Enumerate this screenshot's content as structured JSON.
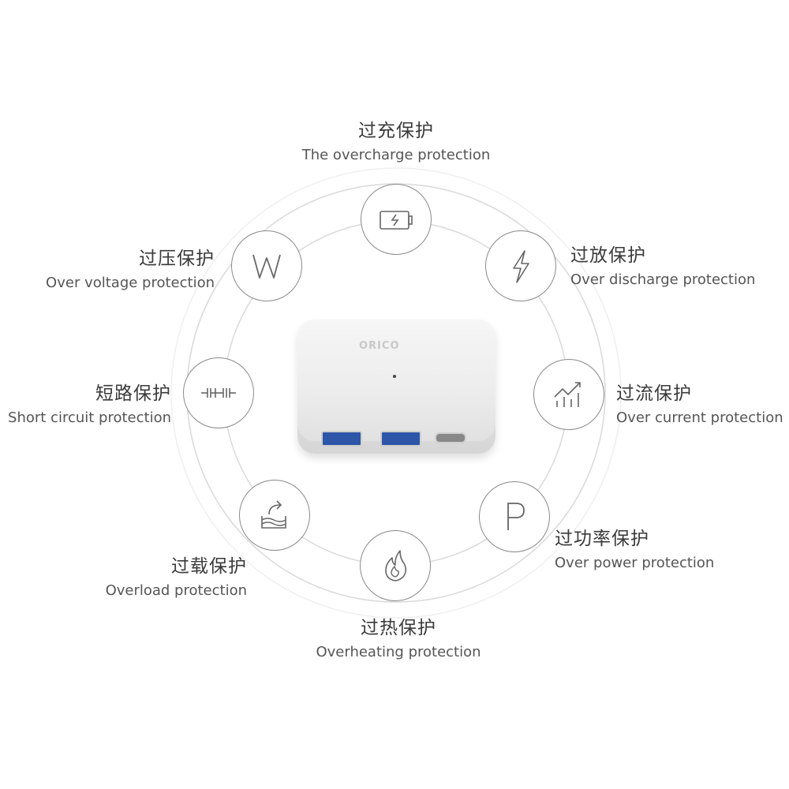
{
  "hub": {
    "logo_text": "ORICO"
  },
  "protections": [
    {
      "id": "overcharge",
      "zh": "过充保护",
      "en": "The overcharge protection",
      "icon": "battery-charge-icon"
    },
    {
      "id": "over-discharge",
      "zh": "过放保护",
      "en": "Over discharge protection",
      "icon": "lightning-icon"
    },
    {
      "id": "over-current",
      "zh": "过流保护",
      "en": "Over current protection",
      "icon": "rising-chart-icon"
    },
    {
      "id": "over-power",
      "zh": "过功率保护",
      "en": "Over power protection",
      "icon": "letter-p-icon"
    },
    {
      "id": "overheating",
      "zh": "过热保护",
      "en": "Overheating protection",
      "icon": "flame-icon"
    },
    {
      "id": "overload",
      "zh": "过载保护",
      "en": "Overload protection",
      "icon": "overflow-container-icon"
    },
    {
      "id": "short-circuit",
      "zh": "短路保护",
      "en": "Short circuit protection",
      "icon": "circuit-icon"
    },
    {
      "id": "over-voltage",
      "zh": "过压保护",
      "en": "Over voltage protection",
      "icon": "letter-w-icon"
    }
  ]
}
